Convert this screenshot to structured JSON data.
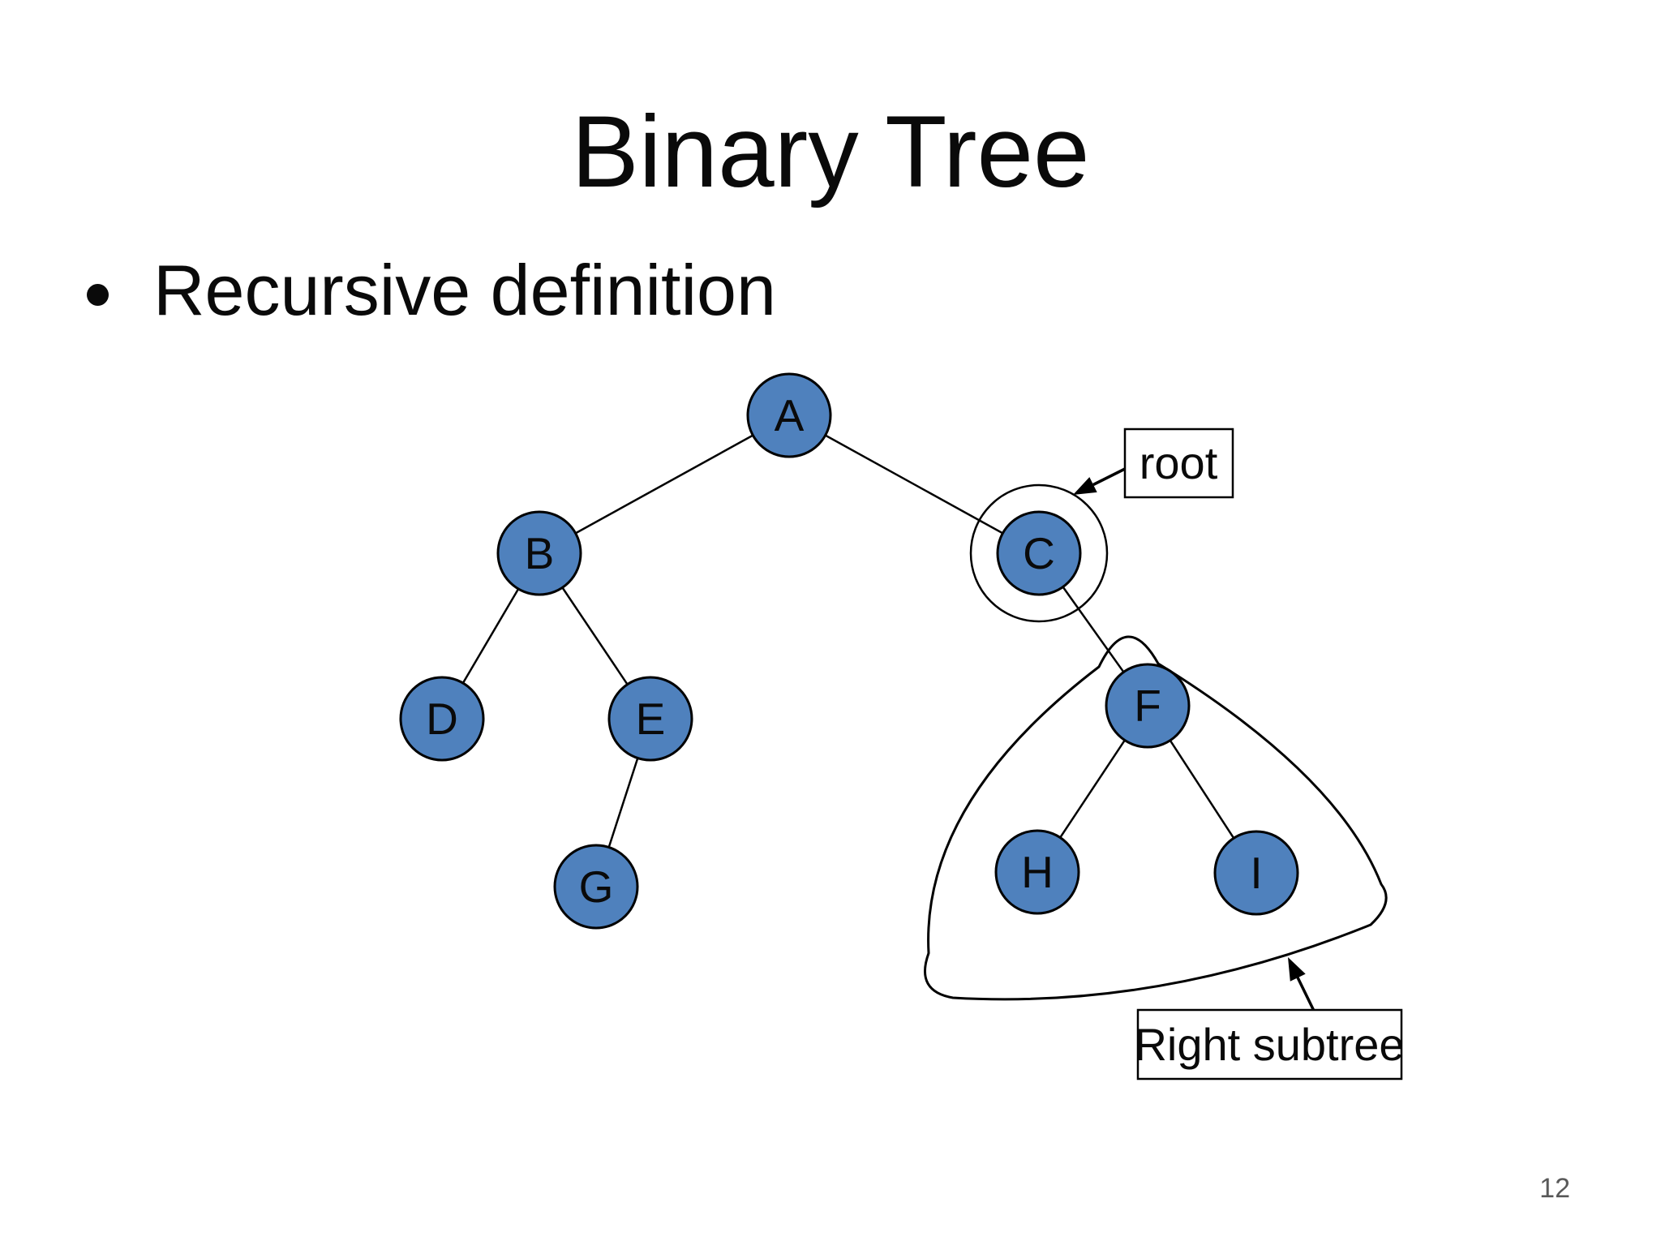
{
  "slide": {
    "title": "Binary Tree",
    "bullet_text": "Recursive definition",
    "page_number": "12"
  },
  "colors": {
    "background": "#ffffff",
    "node_fill": "#4f81bd",
    "node_stroke": "#000000",
    "edge_stroke": "#000000",
    "label_text": "#0a0a0a",
    "page_number": "#595959"
  },
  "tree": {
    "nodes": [
      {
        "label": "A"
      },
      {
        "label": "B"
      },
      {
        "label": "C"
      },
      {
        "label": "D"
      },
      {
        "label": "E"
      },
      {
        "label": "F"
      },
      {
        "label": "G"
      },
      {
        "label": "H"
      },
      {
        "label": "I"
      }
    ],
    "edges": [
      [
        "A",
        "B"
      ],
      [
        "A",
        "C"
      ],
      [
        "B",
        "D"
      ],
      [
        "B",
        "E"
      ],
      [
        "E",
        "G"
      ],
      [
        "C",
        "F"
      ],
      [
        "F",
        "H"
      ],
      [
        "F",
        "I"
      ]
    ]
  },
  "annotations": {
    "root_label": "root",
    "root_target_node": "C",
    "right_subtree_label": "Right subtree",
    "right_subtree_nodes": [
      "F",
      "H",
      "I"
    ]
  }
}
